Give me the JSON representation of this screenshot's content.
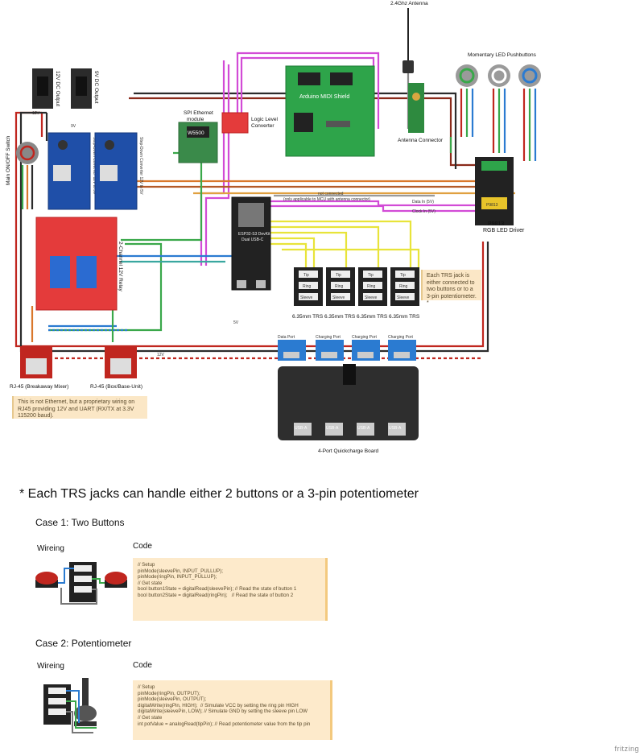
{
  "labels": {
    "antenna": "2.4Ghz Antenna",
    "pushbuttons": "Momentary LED Pushbuttons",
    "dc12": "12V DC Output",
    "dc9": "9V DC Output",
    "switch": "Main ON/OFF Switch",
    "stepdown_a": "Step-Down Converter 12V to 9V",
    "stepdown_b": "Step-Down Converter 12V to 5V",
    "spi_title": "SPI Ethernet",
    "spi_sub": "module",
    "w5500": "W5500",
    "level_title": "Logic Level",
    "level_sub": "Converter",
    "midi": "Arduino MIDI Shield",
    "antenna_conn": "Antenna Connector",
    "esp_1": "ESP32-S3 DevKit",
    "esp_2": "Dual USB-C",
    "not_connected": "not connected",
    "only_applicable": "(only applicable to MCU with antenna connector)",
    "data_in": "Data In (5V)",
    "clock_in": "Clock In (5V)",
    "p9813_chip": "P9813",
    "p9813_title": "P9813",
    "p9813_sub": "RGB LED Driver",
    "relay": "2-Channel 12V Relay",
    "trs": "6.35mm TRS",
    "tip": "Tip",
    "ring": "Ring",
    "sleeve": "Sleeve",
    "data_port": "Data Port",
    "charging_port": "Charging Port",
    "usb_c": "USB-C",
    "usb_a": "USB-A",
    "quickcharge": "4-Port Quickcharge Board",
    "rj45_a": "RJ-45 (Breakaway Mixer)",
    "rj45_b": "RJ-45 (Box/Base-Unit)",
    "v12": "12V",
    "v9": "9V",
    "v5": "5V"
  },
  "notes": {
    "trs_note": "Each TRS jack is either connected to two buttons or to a 3-pin potentiometer. *",
    "rj45_note": "This is not Ethernet, but a proprietary wiring on RJ45 providing 12V and UART (RX/TX at 3.3V 115200 baud)."
  },
  "explain": {
    "heading": "* Each TRS jacks can handle either 2 buttons or a 3-pin potentiometer",
    "case1": "Case 1: Two Buttons",
    "case2": "Case 2: Potentiometer",
    "wiring": "Wireing",
    "code": "Code",
    "code1": [
      "// Setup",
      "pinMode(sleevePin, INPUT_PULLUP);",
      "pinMode(ringPin, INPUT_PULLUP);",
      "",
      "// Get state",
      "bool button1State = digitalRead(sleevePin); // Read the state of button 1",
      "bool button2State = digitalRead(ringPin);   // Read the state of button 2"
    ],
    "code2": [
      "// Setup",
      "pinMode(ringPin, OUTPUT);",
      "pinMode(sleevePin, OUTPUT);",
      "digitalWrite(ringPin, HIGH);  // Simulate VCC by setting the ring pin HIGH",
      "digitalWrite(sleevePin, LOW); // Simulate GND by setting the sleeve pin LOW",
      "",
      "// Get state",
      "int potValue = analogRead(tipPin); // Read potentiometer value from the tip pin"
    ]
  },
  "footer": "fritzing",
  "colors": {
    "red": "#c0261f",
    "dark": "#2b2b2b",
    "magenta": "#d24bd6",
    "yellow": "#e8e43a",
    "green": "#3aa84a",
    "orange": "#d9772b",
    "blue": "#2b7bd1",
    "teal": "#3aa7a0",
    "note_bg": "#fbe7c6"
  }
}
